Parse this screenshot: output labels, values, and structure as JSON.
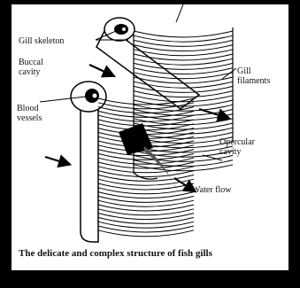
{
  "figure": {
    "labels": {
      "gill_skeleton": "Gill skeleton",
      "buccal_cavity": "Buccal\ncavity",
      "gill_filaments": "Gill\nfilaments",
      "blood_vessels": "Blood\nvessels",
      "opercular_cavity": "Opercular\ncavity",
      "water_flow": "Water flow"
    },
    "caption": "The delicate and complex structure of fish gills"
  }
}
